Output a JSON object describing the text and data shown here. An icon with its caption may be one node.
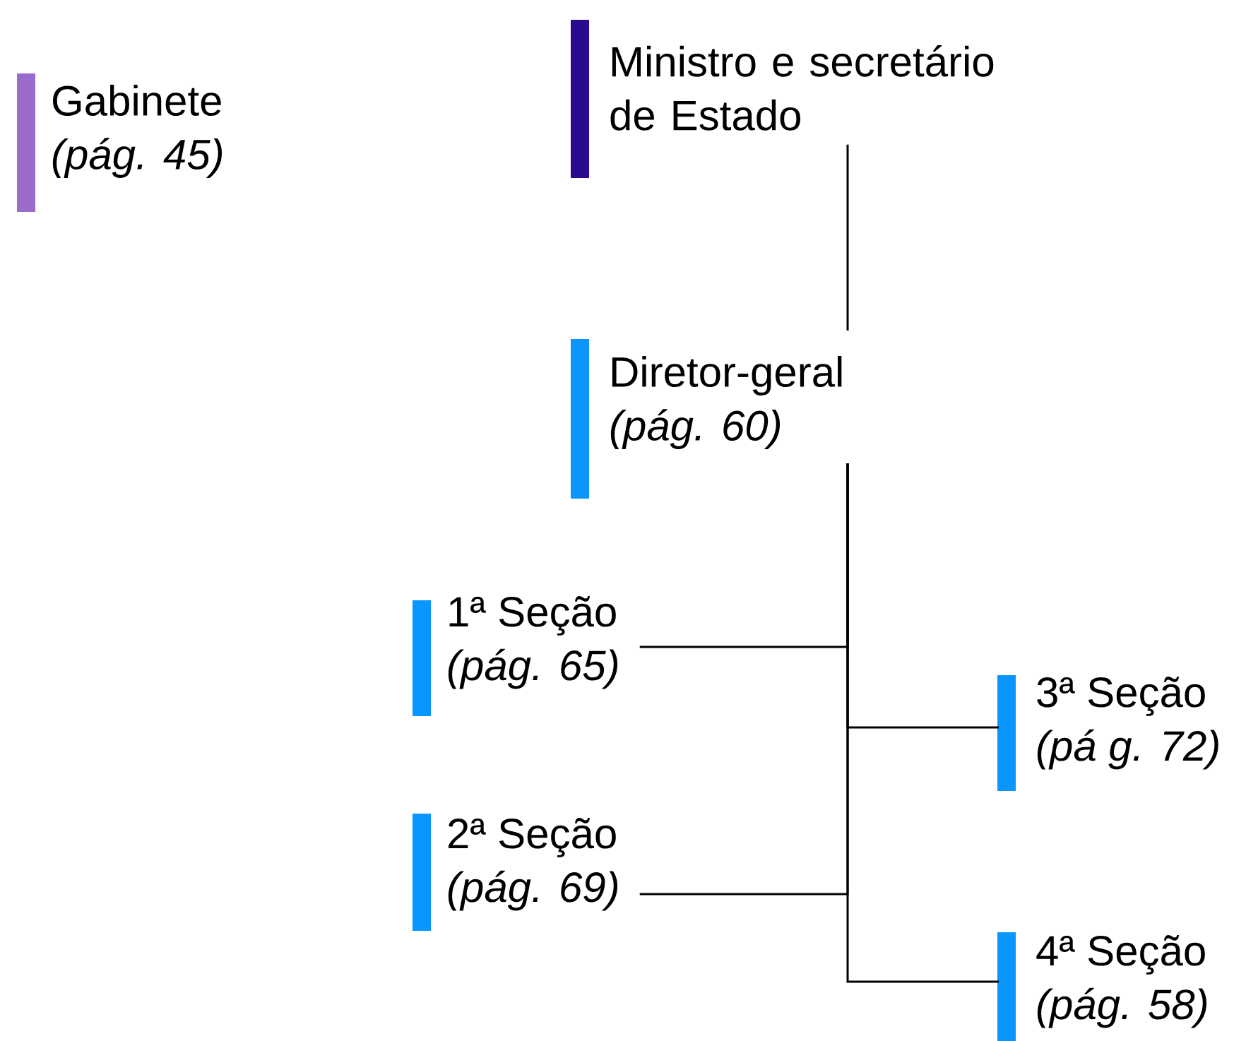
{
  "diagram": {
    "nodes": [
      {
        "text": [
          "Gabinete",
          "(pág. 45)"
        ]
      },
      {
        "text": [
          "Ministro e secretário de Estado"
        ]
      },
      {
        "text": [
          "Diretor-geral",
          "(pág. 60)"
        ]
      },
      {
        "text": [
          "1ª Seção",
          "(pág. 65)"
        ]
      },
      {
        "text": [
          "2ª Seção",
          "(pág. 69)"
        ]
      },
      {
        "text": [
          "3ª Seção",
          "(pá g. 72)"
        ]
      },
      {
        "text": [
          "4ª Seção",
          "(pág. 58)"
        ]
      }
    ],
    "edges": [
      {
        "from": 1,
        "to": 2,
        "arrow": "none"
      },
      {
        "from": 2,
        "to": 3,
        "arrow": "none"
      },
      {
        "from": 2,
        "to": 4,
        "arrow": "none"
      },
      {
        "from": 2,
        "to": 5,
        "arrow": "none"
      },
      {
        "from": 2,
        "to": 6,
        "arrow": "none"
      }
    ]
  }
}
